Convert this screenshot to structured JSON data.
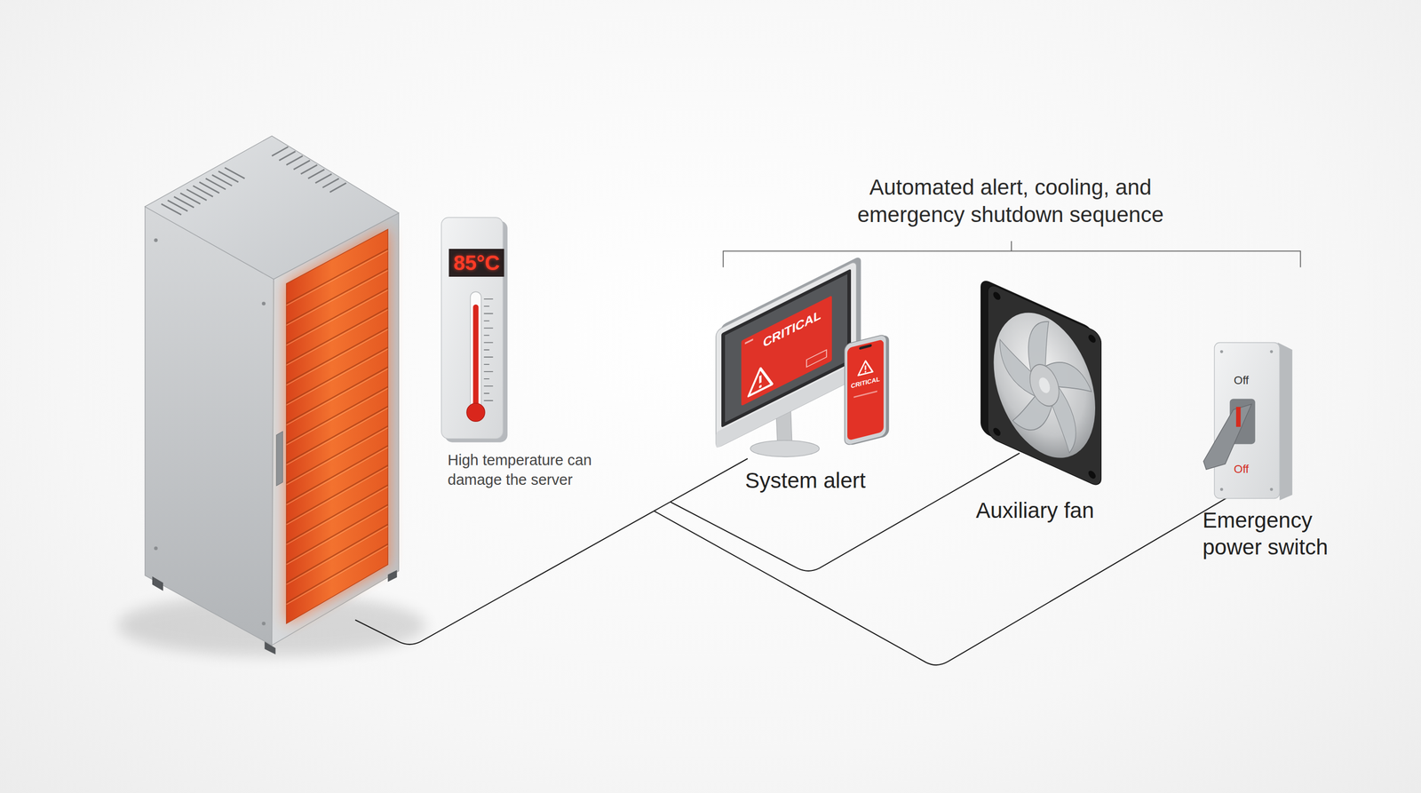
{
  "diagram": {
    "title": "Automated alert, cooling, and emergency shutdown sequence",
    "nodes": [
      {
        "text": [
          "85°C",
          "High temperature can damage the server"
        ]
      },
      {
        "text": [
          "CRITICAL"
        ]
      },
      {
        "text": [
          "CRITICAL"
        ]
      },
      {
        "text": [
          "Off",
          "Off"
        ]
      }
    ],
    "labels": [
      "System alert",
      "Auxiliary fan",
      "Emergency power switch"
    ]
  }
}
